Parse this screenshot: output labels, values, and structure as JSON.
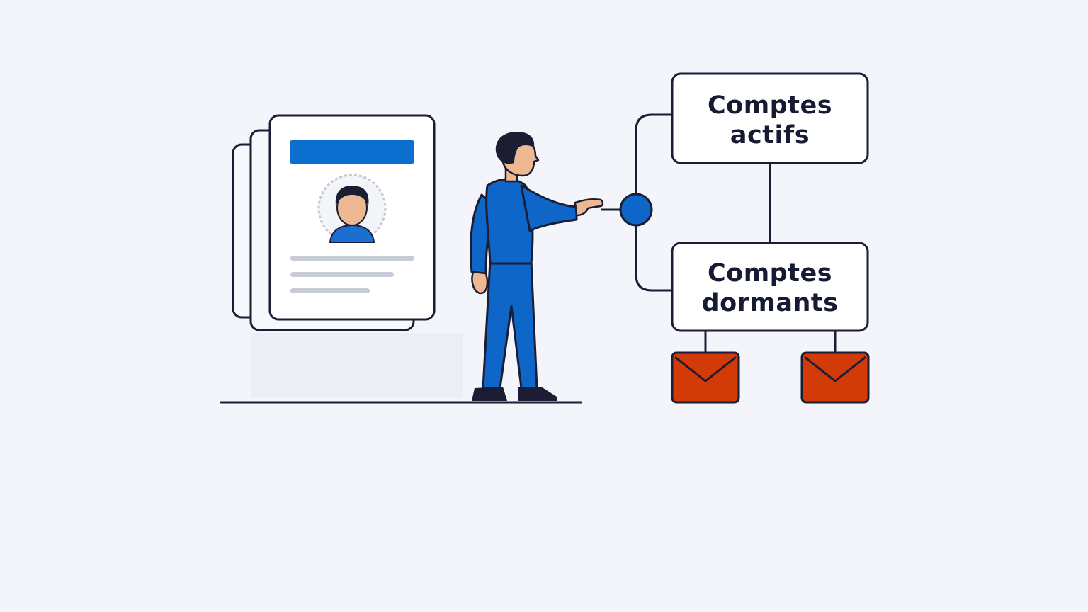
{
  "diagram": {
    "active_accounts": {
      "line1": "Comptes",
      "line2": "actifs"
    },
    "dormant_accounts": {
      "line1": "Comptes",
      "line2": "dormants"
    },
    "icons": {
      "profile_document": "user-profile-card-icon",
      "person": "person-pointing-icon",
      "junction": "junction-node-icon",
      "email_left": "envelope-icon",
      "email_right": "envelope-icon"
    },
    "colors": {
      "background": "#f3f5fb",
      "outline": "#1a1d33",
      "accent_blue": "#0f66c9",
      "header_blue": "#0a6fcf",
      "skin": "#eeb892",
      "hair": "#1b1e33",
      "envelope_red": "#d23a08"
    }
  }
}
